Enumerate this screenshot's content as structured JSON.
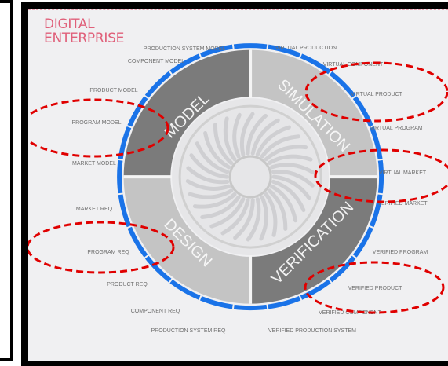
{
  "title": {
    "line1": "DIGITAL",
    "line2": "ENTERPRISE"
  },
  "quadrants": {
    "model": "MODEL",
    "simulation": "SIMULATION",
    "verification": "VERIFICATION",
    "design": "DESIGN"
  },
  "labels": {
    "production_system_model": "PRODUCTION SYSTEM MODEL",
    "component_model": "COMPONENT MODEL",
    "product_model": "PRODUCT MODEL",
    "program_model": "PROGRAM MODEL",
    "market_model": "MARKET MODEL",
    "market_req": "MARKET REQ",
    "program_req": "PROGRAM REQ",
    "product_req": "PRODUCT REQ",
    "component_req": "COMPONENT REQ",
    "production_system_req": "PRODUCTION SYSTEM REQ",
    "virtual_production": "VIRTUAL PRODUCTION",
    "virtual_component": "VIRTUAL COMPONENT",
    "virtual_product": "VIRTUAL PRODUCT",
    "virtual_program": "VIRTUAL PROGRAM",
    "virtual_market": "VIRTUAL MARKET",
    "verified_market": "VERIFIED MARKET",
    "verified_program": "VERIFIED PROGRAM",
    "verified_product": "VERIFIED PRODUCT",
    "verified_component": "VERIFIED COMPONENT",
    "verified_production_system": "VERIFIED PRODUCTION SYSTEM"
  },
  "colors": {
    "title": "#e0607a",
    "ring": "#1a73e8",
    "model_fill": "#7b7b7b",
    "simulation_fill": "#c4c4c4",
    "verification_fill": "#7b7b7b",
    "design_fill": "#c4c4c4",
    "highlight": "#e00000"
  }
}
